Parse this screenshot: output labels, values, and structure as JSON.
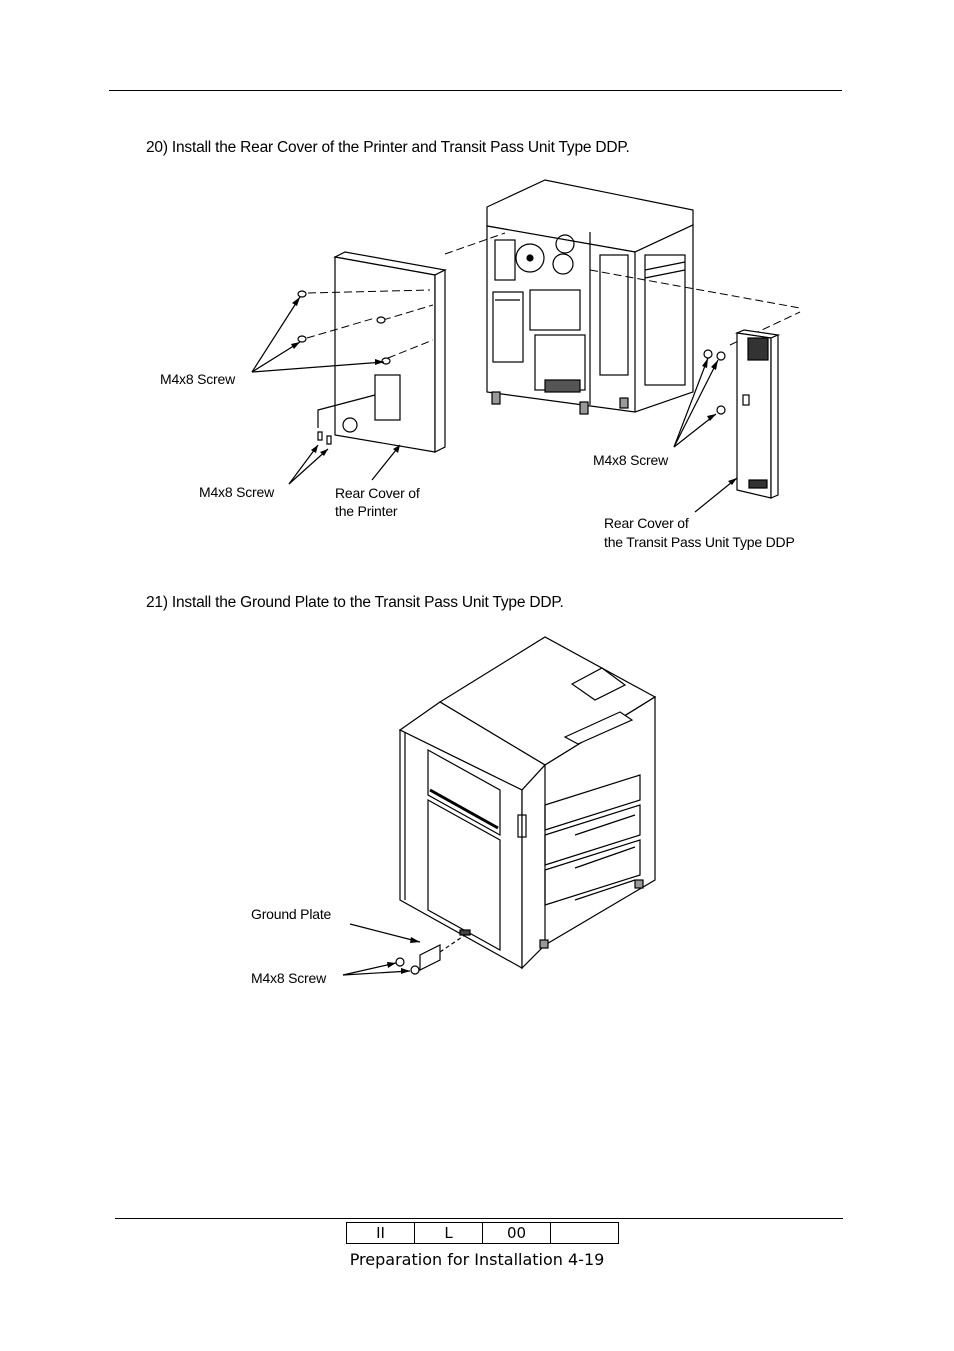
{
  "step20": {
    "text": "20) Install the Rear Cover of the Printer and Transit Pass Unit Type DDP.",
    "labels": {
      "screw_left": "M4x8 Screw",
      "screw_bottom": "M4x8 Screw",
      "rear_cover_printer_1": "Rear Cover of",
      "rear_cover_printer_2": "the Printer",
      "screw_right": "M4x8 Screw",
      "rear_cover_ddp_1": "Rear Cover of",
      "rear_cover_ddp_2": "the Transit Pass Unit Type DDP"
    }
  },
  "step21": {
    "text": "21) Install the Ground Plate to the Transit Pass Unit Type DDP.",
    "labels": {
      "ground_plate": "Ground Plate",
      "screw": "M4x8 Screw"
    }
  },
  "footer": {
    "cells": [
      "II",
      "L",
      "00",
      ""
    ],
    "caption": "Preparation for Installation 4-19"
  }
}
